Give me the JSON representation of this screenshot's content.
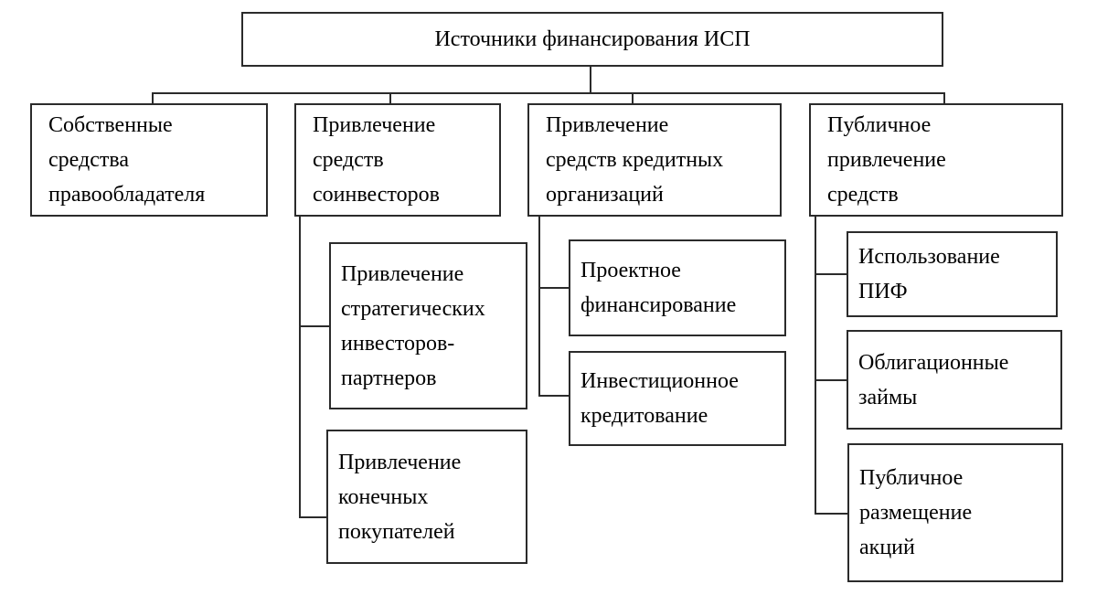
{
  "diagram": {
    "title": "Источники финансирования ИСП",
    "branches": [
      {
        "label": "Собственные\nсредства\nправообладателя",
        "children": []
      },
      {
        "label": "Привлечение\nсредств\nсоинвесторов",
        "children": [
          "Привлечение\nстратегических\nинвесторов-\nпартнеров",
          "Привлечение\nконечных\nпокупателей"
        ]
      },
      {
        "label": "Привлечение\nсредств кредитных\nорганизаций",
        "children": [
          "Проектное\nфинансирование",
          "Инвестиционное\nкредитование"
        ]
      },
      {
        "label": "Публичное\nпривлечение\nсредств",
        "children": [
          "Использование\nПИФ",
          "Облигационные\nзаймы",
          "Публичное\nразмещение\nакций"
        ]
      }
    ],
    "colors": {
      "line": "#2b2b2b",
      "background": "#ffffff",
      "text": "#000000"
    }
  }
}
